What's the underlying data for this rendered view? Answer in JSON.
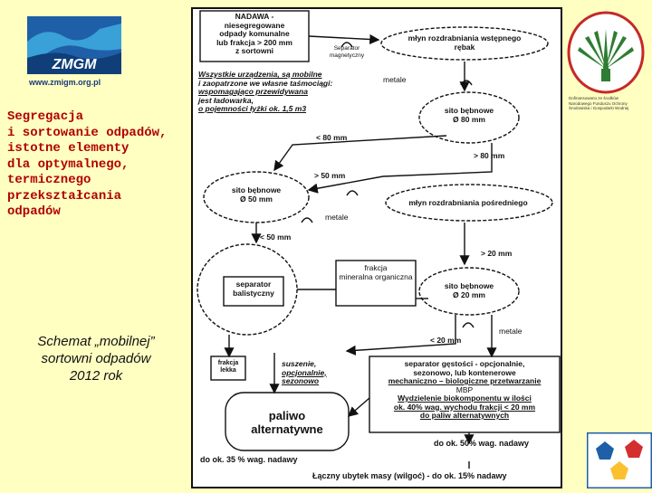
{
  "header": {
    "logo_text": "ZMGM",
    "logo_url": "www.zmigm.org.pl",
    "title_lines": [
      "Segregacja",
      "i sortowanie odpadów,",
      "istotne elementy",
      "dla optymalnego,",
      "termicznego",
      "przekształcania",
      "odpadów"
    ],
    "caption_lines": [
      "Schemat „mobilnej”",
      "sortowni odpadów",
      "2012 rok"
    ]
  },
  "eu_logo_text": [
    "Dofinansowano ze środków",
    "Narodowego Funduszu Ochrony",
    "Środowiska i Gospodarki Wodnej"
  ],
  "diagram": {
    "input_box": [
      "NADAWA -",
      "niesegregowane",
      "odpady komunalne",
      "lub frakcja > 200 mm",
      "z sortowni"
    ],
    "separator_mag_top": [
      "Separator",
      "magnetyczny"
    ],
    "mill_primary": [
      "młyn rozdrabniania wstępnego",
      "rębak"
    ],
    "note": [
      "Wszystkie urządzenia, są mobilne",
      "i zaopatrzone we własne taśmociągi:",
      "wspomagająco przewidywana",
      "jest ładowarka,",
      "o pojemności łyżki ok. 1,5 m3"
    ],
    "metale_1": "metale",
    "sieve_80": [
      "sito bębnowe",
      "Ø 80 mm"
    ],
    "lt_80": "< 80 mm",
    "gt_80": "> 80 mm",
    "gt_50": "> 50 mm",
    "sieve_50": [
      "sito bębnowe",
      "Ø 50 mm"
    ],
    "metale_2": "metale",
    "mill_secondary": "młyn rozdrabniania pośredniego",
    "lt_50": "< 50 mm",
    "gt_20": "> 20 mm",
    "separator_ballistic": [
      "separator",
      "balistyczny"
    ],
    "fraction_box": [
      "frakcja",
      "mineralna",
      "organiczna"
    ],
    "sieve_20": [
      "sito bębnowe",
      "Ø 20 mm"
    ],
    "metale_3": "metale",
    "lt_20": "< 20 mm",
    "light_fraction": [
      "frakcja",
      "lekka"
    ],
    "drying": [
      "suszenie,",
      "opcjonalnie,",
      "sezonowo"
    ],
    "density_box": [
      "separator gęstości - opcjonalnie,",
      "sezonowo, lub kontenerowe",
      "mechaniczno – biologiczne przetwarzanie",
      "MBP",
      "Wydzielenie biokomponentu w ilości",
      "ok. 40% wag. wychodu frakcji < 20 mm",
      "do paliw alternatywnych"
    ],
    "fuel": [
      "paliwo",
      "alternatywne"
    ],
    "yield_50": "do ok. 50% wag. nadawy",
    "yield_35": "do ok. 35 % wag. nadawy",
    "mass_loss": "Łączny ubytek masy (wilgoć) - do ok. 15% nadawy"
  },
  "colors": {
    "background": "#ffffc2",
    "title_red": "#b00000",
    "eu_green": "#2e7d32",
    "logo_blue": "#1f4e9c"
  }
}
